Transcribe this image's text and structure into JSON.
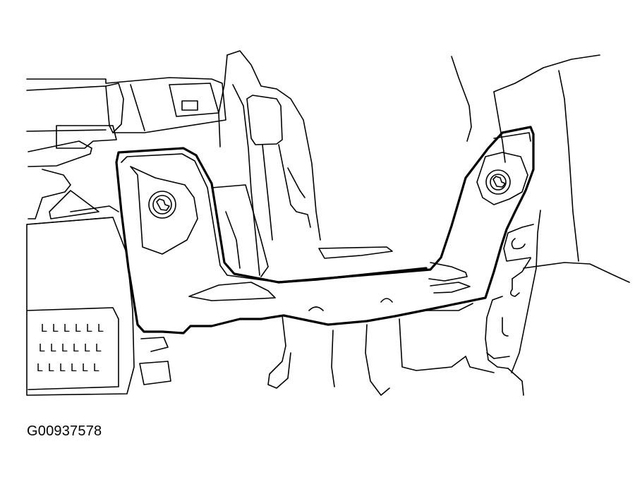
{
  "figure": {
    "code": "G00937578"
  },
  "fuse_box": {
    "glyph": "L",
    "rows": 3,
    "cols": 6
  },
  "icons": [
    "bolt-left",
    "bolt-right"
  ]
}
